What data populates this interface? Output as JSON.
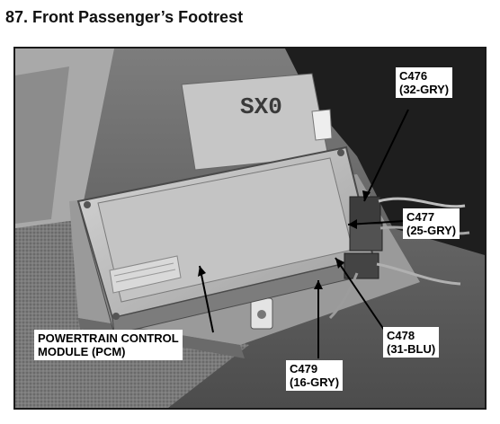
{
  "page": {
    "title": "87. Front Passenger’s Footrest"
  },
  "photo": {
    "housing_marking": "SX0"
  },
  "callouts": {
    "c476": {
      "id": "C476",
      "spec": "(32-GRY)"
    },
    "c477": {
      "id": "C477",
      "spec": "(25-GRY)"
    },
    "c478": {
      "id": "C478",
      "spec": "(31-BLU)"
    },
    "c479": {
      "id": "C479",
      "spec": "(16-GRY)"
    },
    "pcm": {
      "line1": "POWERTRAIN CONTROL",
      "line2": "MODULE (PCM)"
    }
  }
}
